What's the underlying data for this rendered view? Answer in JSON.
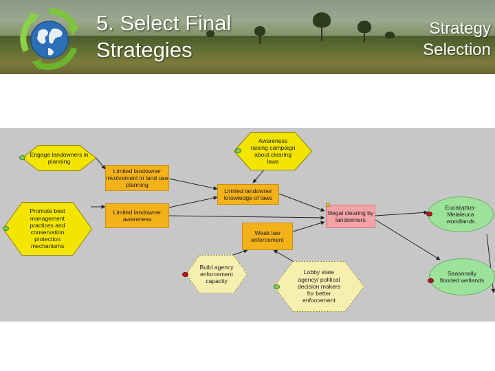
{
  "header": {
    "title_line1": "5. Select Final",
    "title_line2": "Strategies",
    "section_line1": "Strategy",
    "section_line2": "Selection"
  },
  "colors": {
    "factor": "#f4b21a",
    "threat": "#f2a3a6",
    "target": "#9de29a",
    "strategy_selected": "#f4e500",
    "strategy_unselected": "#f6efb0",
    "panel": "#c7c7c7"
  },
  "diagram": {
    "strategies": [
      {
        "id": "engage",
        "label": "Engage landowners in planning",
        "selected": true
      },
      {
        "id": "awareness_campaign",
        "label": "Awareness raising campaign about clearing laws",
        "selected": true
      },
      {
        "id": "best_practices",
        "label": "Promote best management practices and conservation protection mechanisms",
        "selected": true
      },
      {
        "id": "build_capacity",
        "label": "Build agency enforcement capacity",
        "selected": false
      },
      {
        "id": "lobby",
        "label": "Lobby state agency/ political decision makers for better enforcement",
        "selected": false
      }
    ],
    "factors": [
      {
        "id": "limited_involvement",
        "label": "Limited landowner involvement in land use planning"
      },
      {
        "id": "limited_knowledge",
        "label": "Limited landowner knowledge of laws"
      },
      {
        "id": "limited_awareness",
        "label": "Limited landowner awareness"
      },
      {
        "id": "weak_enforcement",
        "label": "Weak law enforcement"
      }
    ],
    "threats": [
      {
        "id": "illegal_clearing",
        "label": "Illegal clearing by landowners"
      }
    ],
    "targets": [
      {
        "id": "woodlands",
        "label": "Eucalyptus-Melaleuca woodlands"
      },
      {
        "id": "wetlands",
        "label": "Seasonally flooded wetlands"
      }
    ]
  }
}
